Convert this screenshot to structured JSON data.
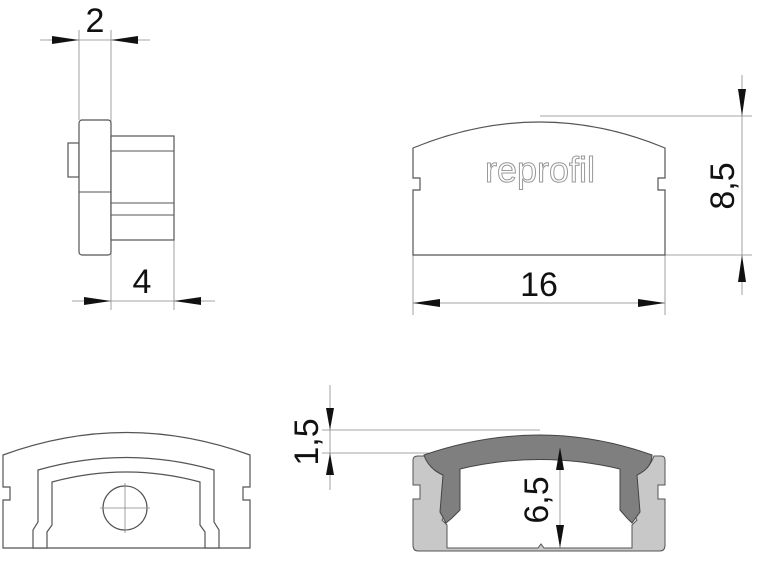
{
  "dimensions": {
    "side_flange_width": "2",
    "side_body_depth": "4",
    "front_width": "16",
    "front_height": "8,5",
    "cover_thickness": "1,5",
    "inner_height": "6,5"
  },
  "logo_text": "reprofil",
  "colors": {
    "profile_fill": "#c8c8c8",
    "cover_fill": "#7f7f7f",
    "line": "#555555"
  }
}
